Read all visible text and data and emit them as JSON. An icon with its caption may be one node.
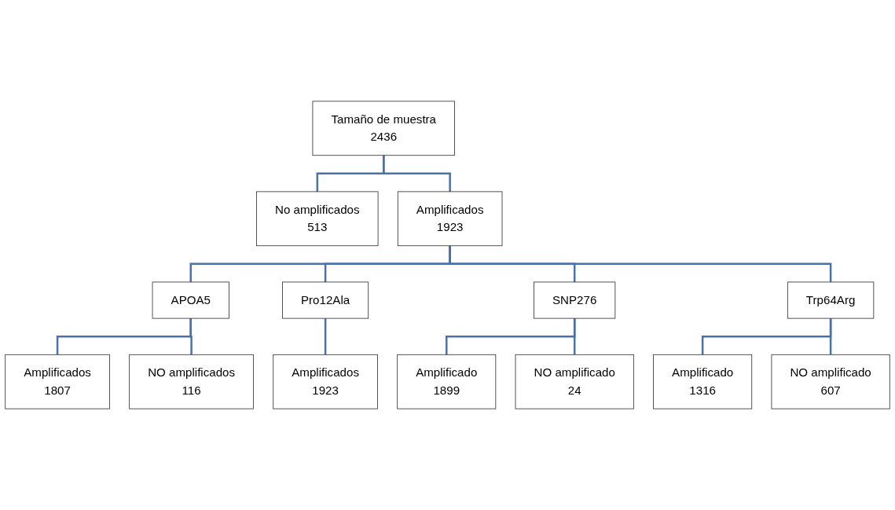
{
  "diagram": {
    "nodes": [
      {
        "text": [
          "Tamaño de muestra",
          "2436"
        ]
      },
      {
        "text": [
          "No amplificados",
          "513"
        ]
      },
      {
        "text": [
          "Amplificados",
          "1923"
        ]
      },
      {
        "text": [
          "APOA5"
        ]
      },
      {
        "text": [
          "Pro12Ala"
        ]
      },
      {
        "text": [
          "SNP276"
        ]
      },
      {
        "text": [
          "Trp64Arg"
        ]
      },
      {
        "text": [
          "Amplificados",
          "1807"
        ]
      },
      {
        "text": [
          "NO amplificados",
          "116"
        ]
      },
      {
        "text": [
          "Amplificados",
          "1923"
        ]
      },
      {
        "text": [
          "Amplificado",
          "1899"
        ]
      },
      {
        "text": [
          "NO amplificado",
          "24"
        ]
      },
      {
        "text": [
          "Amplificado",
          "1316"
        ]
      },
      {
        "text": [
          "NO amplificado",
          "607"
        ]
      }
    ],
    "edges": [
      {
        "from": 0,
        "to": 1,
        "arrow": "none"
      },
      {
        "from": 0,
        "to": 2,
        "arrow": "none"
      },
      {
        "from": 2,
        "to": 3,
        "arrow": "none"
      },
      {
        "from": 2,
        "to": 4,
        "arrow": "none"
      },
      {
        "from": 2,
        "to": 5,
        "arrow": "none"
      },
      {
        "from": 2,
        "to": 6,
        "arrow": "none"
      },
      {
        "from": 3,
        "to": 7,
        "arrow": "none"
      },
      {
        "from": 3,
        "to": 8,
        "arrow": "none"
      },
      {
        "from": 4,
        "to": 9,
        "arrow": "none"
      },
      {
        "from": 5,
        "to": 10,
        "arrow": "none"
      },
      {
        "from": 5,
        "to": 11,
        "arrow": "none"
      },
      {
        "from": 6,
        "to": 12,
        "arrow": "none"
      },
      {
        "from": 6,
        "to": 13,
        "arrow": "none"
      }
    ]
  }
}
